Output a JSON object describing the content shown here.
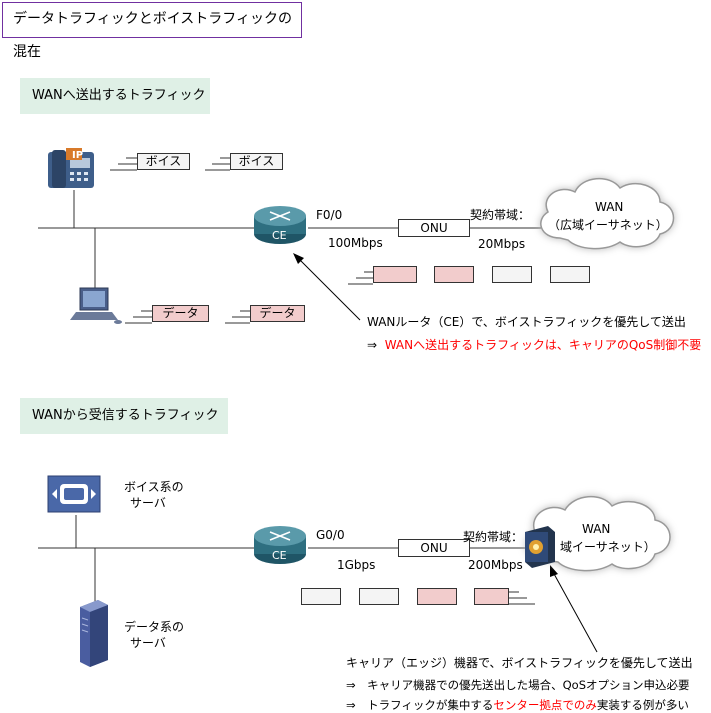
{
  "title": "データトラフィックとボイストラフィックの混在",
  "sections": {
    "outbound": {
      "heading": "WANへ送出するトラフィック",
      "packets_voice": [
        "ボイス",
        "ボイス"
      ],
      "packets_data": [
        "データ",
        "データ"
      ],
      "phone_badge": "IP",
      "router_label": "CE",
      "interface": "F0/0",
      "interface_speed": "100Mbps",
      "onu": "ONU",
      "contract_label": "契約帯域：",
      "contract_speed": "20Mbps",
      "wan_line1": "WAN",
      "wan_line2": "（広域イーサネット）",
      "note1": "WANルータ（CE）で、ボイストラフィックを優先して送出",
      "note2_prefix": "⇒",
      "note2_red": "WANへ送出するトラフィックは、キャリアのQoS制御不要"
    },
    "inbound": {
      "heading": "WANから受信するトラフィック",
      "voice_server_line1": "ボイス系の",
      "voice_server_line2": "サーバ",
      "data_server_line1": "データ系の",
      "data_server_line2": "サーバ",
      "router_label": "CE",
      "interface": "G0/0",
      "interface_speed": "1Gbps",
      "onu": "ONU",
      "contract_label": "契約帯域：",
      "contract_speed": "200Mbps",
      "wan_line1": "WAN",
      "wan_line2": "域イーサネット）",
      "note1": "キャリア（エッジ）機器で、ボイストラフィックを優先して送出",
      "note2": "⇒　キャリア機器での優先送出した場合、QoSオプション申込必要",
      "note3_prefix": "⇒　トラフィックが集中する",
      "note3_red": "センター拠点でのみ",
      "note3_suffix": "実装する例が多い"
    }
  },
  "colors": {
    "title_border": "#7030a0",
    "section_bg": "#dff0e6",
    "data_packet": "#f2cccc",
    "voice_packet": "#f4f4f4",
    "router": "#2e6f80",
    "highlight": "#ff0000"
  }
}
